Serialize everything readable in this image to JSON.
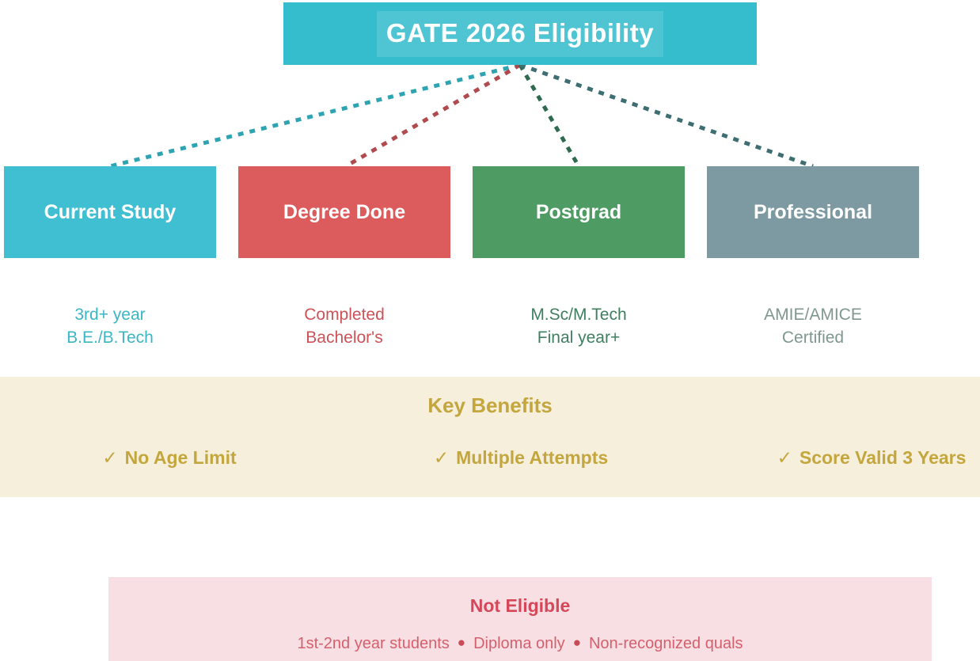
{
  "title": "GATE 2026 Eligibility",
  "title_box_color": "#35BDCE",
  "categories": [
    {
      "label": "Current Study",
      "desc_line1": "3rd+ year",
      "desc_line2": "B.E./B.Tech",
      "box_color": "#41BFD2",
      "desc_color": "#3CB5C4",
      "line_color": "#2EA4B3"
    },
    {
      "label": "Degree Done",
      "desc_line1": "Completed",
      "desc_line2": "Bachelor's",
      "box_color": "#DC5B5C",
      "desc_color": "#CC5257",
      "line_color": "#B04A4D"
    },
    {
      "label": "Postgrad",
      "desc_line1": "M.Sc/M.Tech",
      "desc_line2": "Final year+",
      "box_color": "#4E9B63",
      "desc_color": "#3E7F60",
      "line_color": "#2D6A4F"
    },
    {
      "label": "Professional",
      "desc_line1": "AMIE/AMICE",
      "desc_line2": "Certified",
      "box_color": "#7D99A1",
      "desc_color": "#80978F",
      "line_color": "#3E6E72"
    }
  ],
  "benefits": {
    "heading": "Key Benefits",
    "bg_color": "#F6EFDB",
    "text_color": "#C3A63D",
    "items": [
      {
        "check": "✓",
        "label": "No Age Limit"
      },
      {
        "check": "✓",
        "label": "Multiple Attempts"
      },
      {
        "check": "✓",
        "label": "Score Valid 3 Years"
      }
    ]
  },
  "not_eligible": {
    "heading": "Not Eligible",
    "bg_color": "#F8DFE3",
    "heading_color": "#D5485A",
    "text_color": "#D4606E",
    "bullet": "●",
    "items": [
      "1st-2nd year students",
      "Diploma only",
      "Non-recognized quals"
    ]
  }
}
